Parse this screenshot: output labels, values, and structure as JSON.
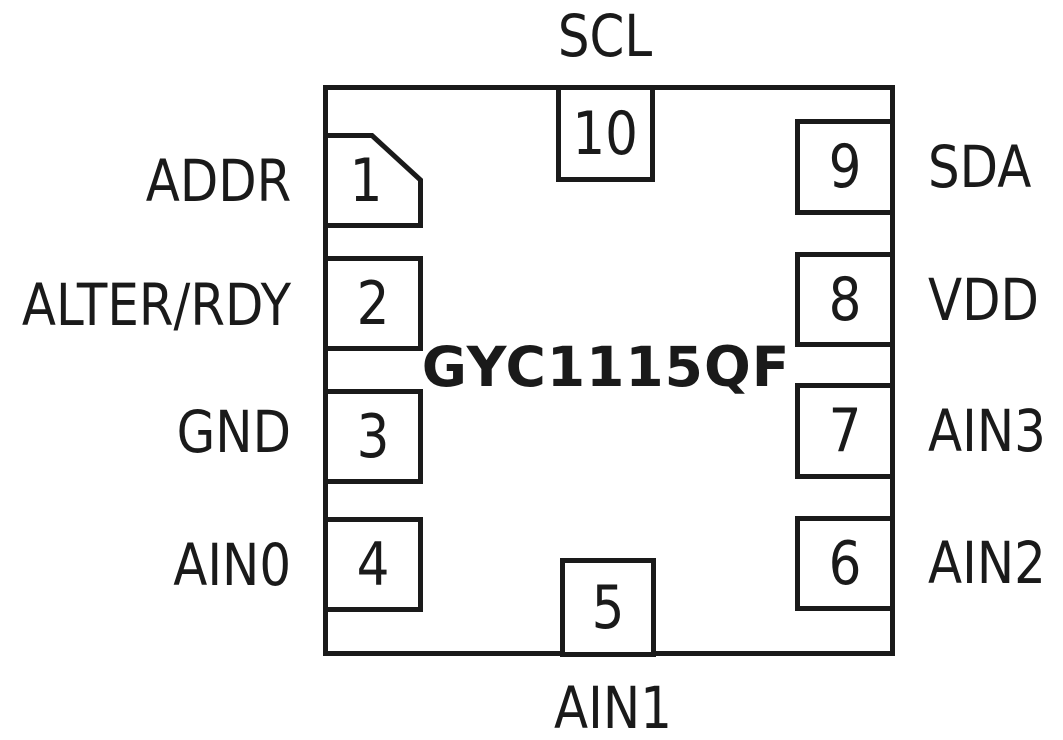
{
  "chip": {
    "name": "GYC1115QF",
    "colors": {
      "line": "#1a1a1a",
      "background": "#ffffff"
    }
  },
  "pins": {
    "top": [
      {
        "number": "10",
        "label": "SCL"
      }
    ],
    "left": [
      {
        "number": "1",
        "label": "ADDR"
      },
      {
        "number": "2",
        "label": "ALTER/RDY"
      },
      {
        "number": "3",
        "label": "GND"
      },
      {
        "number": "4",
        "label": "AIN0"
      }
    ],
    "right": [
      {
        "number": "9",
        "label": "SDA"
      },
      {
        "number": "8",
        "label": "VDD"
      },
      {
        "number": "7",
        "label": "AIN3"
      },
      {
        "number": "6",
        "label": "AIN2"
      }
    ],
    "bottom": [
      {
        "number": "5",
        "label": "AIN1"
      }
    ]
  }
}
